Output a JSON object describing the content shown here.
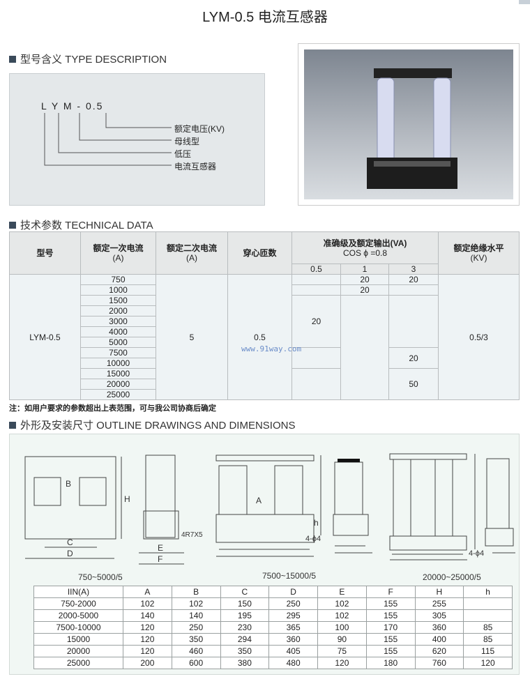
{
  "title": "LYM-0.5 电流互感器",
  "sections": {
    "type": "型号含义 TYPE DESCRIPTION",
    "tech": "技术参数 TECHNICAL DATA",
    "outline": "外形及安装尺寸 OUTLINE DRAWINGS AND DIMENSIONS"
  },
  "type_description": {
    "code": "L Y M - 0.5",
    "items": [
      "额定电压(KV)",
      "母线型",
      "低压",
      "电流互感器"
    ]
  },
  "tech_table": {
    "headers": {
      "model": "型号",
      "primary": "额定一次电流",
      "primary_unit": "(A)",
      "secondary": "额定二次电流",
      "secondary_unit": "(A)",
      "turns": "穿心匝数",
      "accuracy": "准确级及额定输出(VA)",
      "cos": "COS ϕ =0.8",
      "insulation": "额定绝缘水平",
      "insulation_unit": "(KV)",
      "classes": [
        "0.5",
        "1",
        "3"
      ]
    },
    "model": "LYM-0.5",
    "secondary": "5",
    "turns": "0.5",
    "insulation": "0.5/3",
    "primary_currents": [
      "750",
      "1000",
      "1500",
      "2000",
      "3000",
      "4000",
      "5000",
      "7500",
      "10000",
      "15000",
      "20000",
      "25000"
    ],
    "va": {
      "r750": [
        "",
        "20",
        "20"
      ],
      "r1000": [
        "",
        "20",
        ""
      ],
      "r1500_5000": "20",
      "r7500_10000": "20",
      "r15000_25000": "50"
    }
  },
  "note": "注：如用户要求的参数超出上表范围，可与我公司协商后确定",
  "watermark": "www.91way.com",
  "drawings": {
    "captions": [
      "750~5000/5",
      "7500~15000/5",
      "20000~25000/5"
    ],
    "labels": {
      "A": "A",
      "B": "B",
      "C": "C",
      "D": "D",
      "E": "E",
      "F": "F",
      "H": "H",
      "h": "h",
      "hole": "4R7X5",
      "holes": "4-ϕ4"
    }
  },
  "dim_table": {
    "headers": [
      "IIN(A)",
      "A",
      "B",
      "C",
      "D",
      "E",
      "F",
      "H",
      "h"
    ],
    "rows": [
      [
        "750-2000",
        "102",
        "102",
        "150",
        "250",
        "102",
        "155",
        "255",
        ""
      ],
      [
        "2000-5000",
        "140",
        "140",
        "195",
        "295",
        "102",
        "155",
        "305",
        ""
      ],
      [
        "7500-10000",
        "120",
        "250",
        "230",
        "365",
        "100",
        "170",
        "360",
        "85"
      ],
      [
        "15000",
        "120",
        "350",
        "294",
        "360",
        "90",
        "155",
        "400",
        "85"
      ],
      [
        "20000",
        "120",
        "460",
        "350",
        "405",
        "75",
        "155",
        "620",
        "115"
      ],
      [
        "25000",
        "200",
        "600",
        "380",
        "480",
        "120",
        "180",
        "760",
        "120"
      ]
    ]
  }
}
